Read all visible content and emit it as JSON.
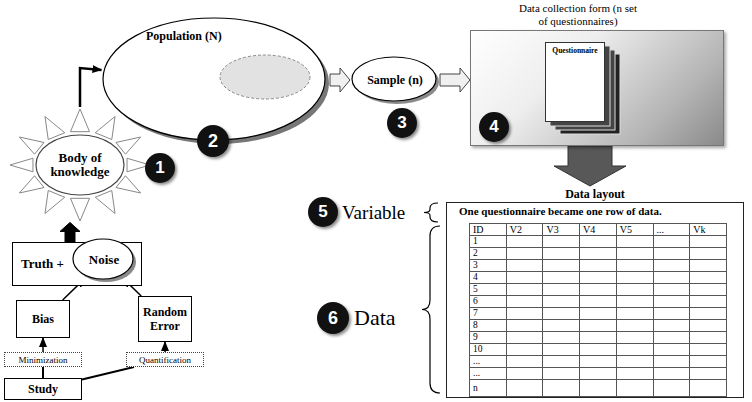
{
  "diagram": {
    "nodes": [
      {
        "text": [
          "Body of knowledge"
        ]
      },
      {
        "text": [
          "Population (N)"
        ]
      },
      {
        "text": [
          "Sample (n)"
        ]
      },
      {
        "text": [
          "Data collection form (n set of questionnaires)"
        ]
      },
      {
        "text": [
          "Questionnaire"
        ],
        "in": 3
      },
      {
        "text": [
          "Data layout",
          "One questionnaire became one row of data."
        ]
      },
      {
        "text": [
          "Truth +"
        ]
      },
      {
        "text": [
          "Noise"
        ],
        "in": 6
      },
      {
        "text": [
          "Bias"
        ]
      },
      {
        "text": [
          "Random Error"
        ]
      },
      {
        "text": [
          "Minimization"
        ]
      },
      {
        "text": [
          "Quantification"
        ]
      },
      {
        "text": [
          "Study"
        ]
      }
    ],
    "edges": [
      {
        "from": 6,
        "to": 0,
        "arrow": "to"
      },
      {
        "from": 0,
        "to": 1,
        "arrow": "to"
      },
      {
        "from": 1,
        "to": 2,
        "arrow": "to"
      },
      {
        "from": 2,
        "to": 3,
        "arrow": "to"
      },
      {
        "from": 3,
        "to": 5,
        "arrow": "to"
      },
      {
        "from": 8,
        "to": 7,
        "arrow": "to"
      },
      {
        "from": 9,
        "to": 7,
        "arrow": "to"
      },
      {
        "from": 10,
        "to": 8,
        "arrow": "to"
      },
      {
        "from": 11,
        "to": 9,
        "arrow": "to"
      },
      {
        "from": 12,
        "to": 10,
        "arrow": "none"
      },
      {
        "from": 12,
        "to": 11,
        "arrow": "none"
      }
    ],
    "labels": [
      "1",
      "2",
      "3",
      "4",
      "5",
      "Variable",
      "6",
      "Data",
      "ID",
      "V2",
      "V3",
      "V4",
      "V5",
      "...",
      "Vk",
      "1",
      "2",
      "3",
      "4",
      "5",
      "6",
      "7",
      "8",
      "9",
      "10",
      "...",
      "...",
      "n"
    ]
  }
}
